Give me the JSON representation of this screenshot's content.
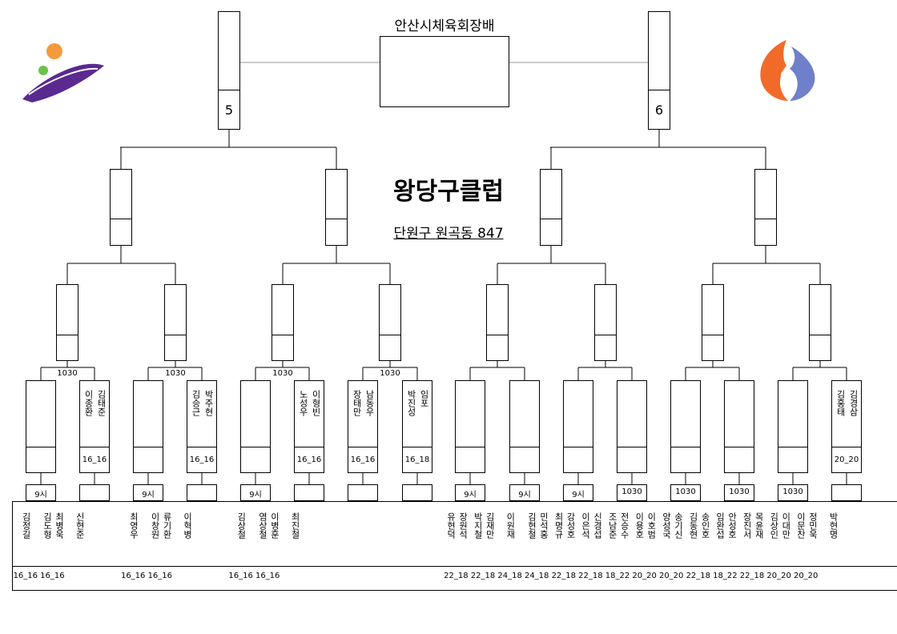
{
  "header": {
    "cup_title": "안산시체육회장배",
    "club_name": "왕당구클럽",
    "address": "단원구 원곡동 847"
  },
  "colors": {
    "logo_left_orange": "#f39a3d",
    "logo_left_purple": "#5a2a91",
    "logo_left_green": "#6cc24a",
    "logo_right_orange": "#f26a2a",
    "logo_right_blue": "#6f7fc9"
  },
  "final_numbers": [
    "5",
    "6"
  ],
  "r16": [
    {
      "time": "1030",
      "left": {
        "names": [],
        "score": ""
      },
      "right": {
        "names": [
          "김태준",
          "이종환"
        ],
        "score": "16_16"
      }
    },
    {
      "time": "1030",
      "left": {
        "names": [],
        "score": ""
      },
      "right": {
        "names": [
          "박주현",
          "김승근"
        ],
        "score": "16_16"
      }
    },
    {
      "time": "1030",
      "left": {
        "names": [],
        "score": ""
      },
      "right": {
        "names": [
          "이형빈",
          "노성우"
        ],
        "score": "16_16"
      }
    },
    {
      "time": "1030",
      "left": {
        "names": [
          "남동우",
          "장태만"
        ],
        "score": "16_16"
      },
      "right": {
        "names": [
          "임포",
          "박진성"
        ],
        "score": "16_18"
      }
    },
    {
      "time": "",
      "left": {
        "names": [],
        "score": ""
      },
      "right": {
        "names": [],
        "score": ""
      }
    },
    {
      "time": "",
      "left": {
        "names": [],
        "score": ""
      },
      "right": {
        "names": [],
        "score": ""
      }
    },
    {
      "time": "",
      "left": {
        "names": [],
        "score": ""
      },
      "right": {
        "names": [],
        "score": ""
      }
    },
    {
      "time": "",
      "left": {
        "names": [],
        "score": ""
      },
      "right": {
        "names": [
          "김경삼",
          "김홍태"
        ],
        "score": "20_20"
      }
    }
  ],
  "r32_times": [
    "9시",
    "9시",
    "9시",
    "",
    "",
    "9시",
    "9시",
    "9시",
    "1030",
    "1030",
    "1030",
    "1030",
    ""
  ],
  "r32": [
    {
      "names": [
        "김정길"
      ],
      "score": "16_16"
    },
    {
      "names": [
        "최병욱",
        "김도형"
      ],
      "score": "16_16"
    },
    {
      "names": [
        "신현준"
      ],
      "score": ""
    },
    {
      "names": [],
      "score": ""
    },
    {
      "names": [
        "최영우"
      ],
      "score": "16_16"
    },
    {
      "names": [
        "류기환",
        "이창원"
      ],
      "score": "16_16"
    },
    {
      "names": [
        "이혁병"
      ],
      "score": ""
    },
    {
      "names": [],
      "score": ""
    },
    {
      "names": [
        "김상철"
      ],
      "score": "16_16"
    },
    {
      "names": [
        "이병훈",
        "염상철"
      ],
      "score": "16_16"
    },
    {
      "names": [
        "최진철"
      ],
      "score": ""
    },
    {
      "names": [],
      "score": ""
    },
    {
      "names": [],
      "score": ""
    },
    {
      "names": [],
      "score": ""
    },
    {
      "names": [],
      "score": ""
    },
    {
      "names": [],
      "score": ""
    },
    {
      "names": [
        "장원석",
        "유현덕"
      ],
      "score": "22_18"
    },
    {
      "names": [
        "김재만",
        "박지철"
      ],
      "score": "22_18"
    },
    {
      "names": [
        "이원재"
      ],
      "score": "24_18"
    },
    {
      "names": [
        "민석홍",
        "김현철"
      ],
      "score": "24_18"
    },
    {
      "names": [
        "강성호",
        "최명규"
      ],
      "score": "22_18"
    },
    {
      "names": [
        "신경섭",
        "이은석"
      ],
      "score": "22_18"
    },
    {
      "names": [
        "전승수",
        "조남준"
      ],
      "score": "18_22"
    },
    {
      "names": [
        "이호범",
        "이용호"
      ],
      "score": "20_20"
    },
    {
      "names": [
        "송기신",
        "양성국"
      ],
      "score": "20_20"
    },
    {
      "names": [
        "송인호",
        "김동현"
      ],
      "score": "22_18"
    },
    {
      "names": [
        "안성호",
        "임완섭"
      ],
      "score": "18_22"
    },
    {
      "names": [
        "목윤재",
        "장진서"
      ],
      "score": "22_18"
    },
    {
      "names": [
        "이대만",
        "김상인"
      ],
      "score": "20_20"
    },
    {
      "names": [
        "정민욱",
        "이문찬"
      ],
      "score": "20_20"
    },
    {
      "names": [
        "박현명"
      ],
      "score": ""
    },
    {
      "names": [],
      "score": ""
    },
    {
      "names": [],
      "score": ""
    }
  ]
}
